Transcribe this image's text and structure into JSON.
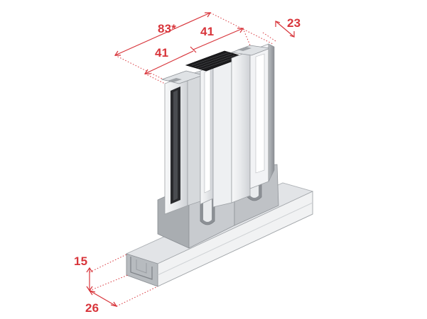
{
  "dimensions": {
    "overall_width": "83*",
    "upper_sash_width": "41",
    "lower_sash_width": "41",
    "side_depth": "23",
    "track_height": "15",
    "track_width": "26"
  },
  "colors": {
    "dimension_red": "#d8353b",
    "aluminium_light": "#eef0f2",
    "aluminium_mid": "#c6c9cd",
    "aluminium_dark": "#8f9398",
    "gasket_black": "#1c1c1e"
  }
}
